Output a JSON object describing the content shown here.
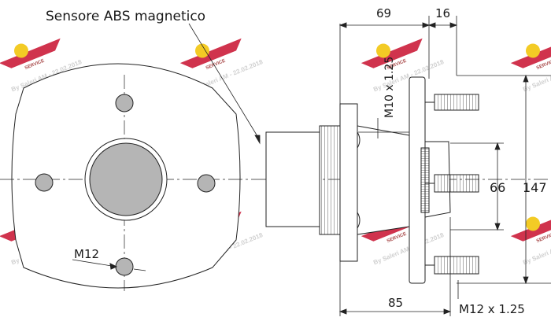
{
  "diagram": {
    "sensor_label": "Sensore ABS magnetico",
    "dim_top_left": "69",
    "dim_top_right": "16",
    "dim_thread_upper": "M10 x 1.25",
    "dim_bore": "66",
    "dim_pcd": "147",
    "dim_width": "85",
    "dim_thread_lower": "M12 x 1.25",
    "front_thread": "M12"
  },
  "watermark": {
    "text": "By Saleri AM - 22.02.2018",
    "logo_text": "SERVICE",
    "logo_color": "#c8102e",
    "badge_color": "#f2c200"
  }
}
